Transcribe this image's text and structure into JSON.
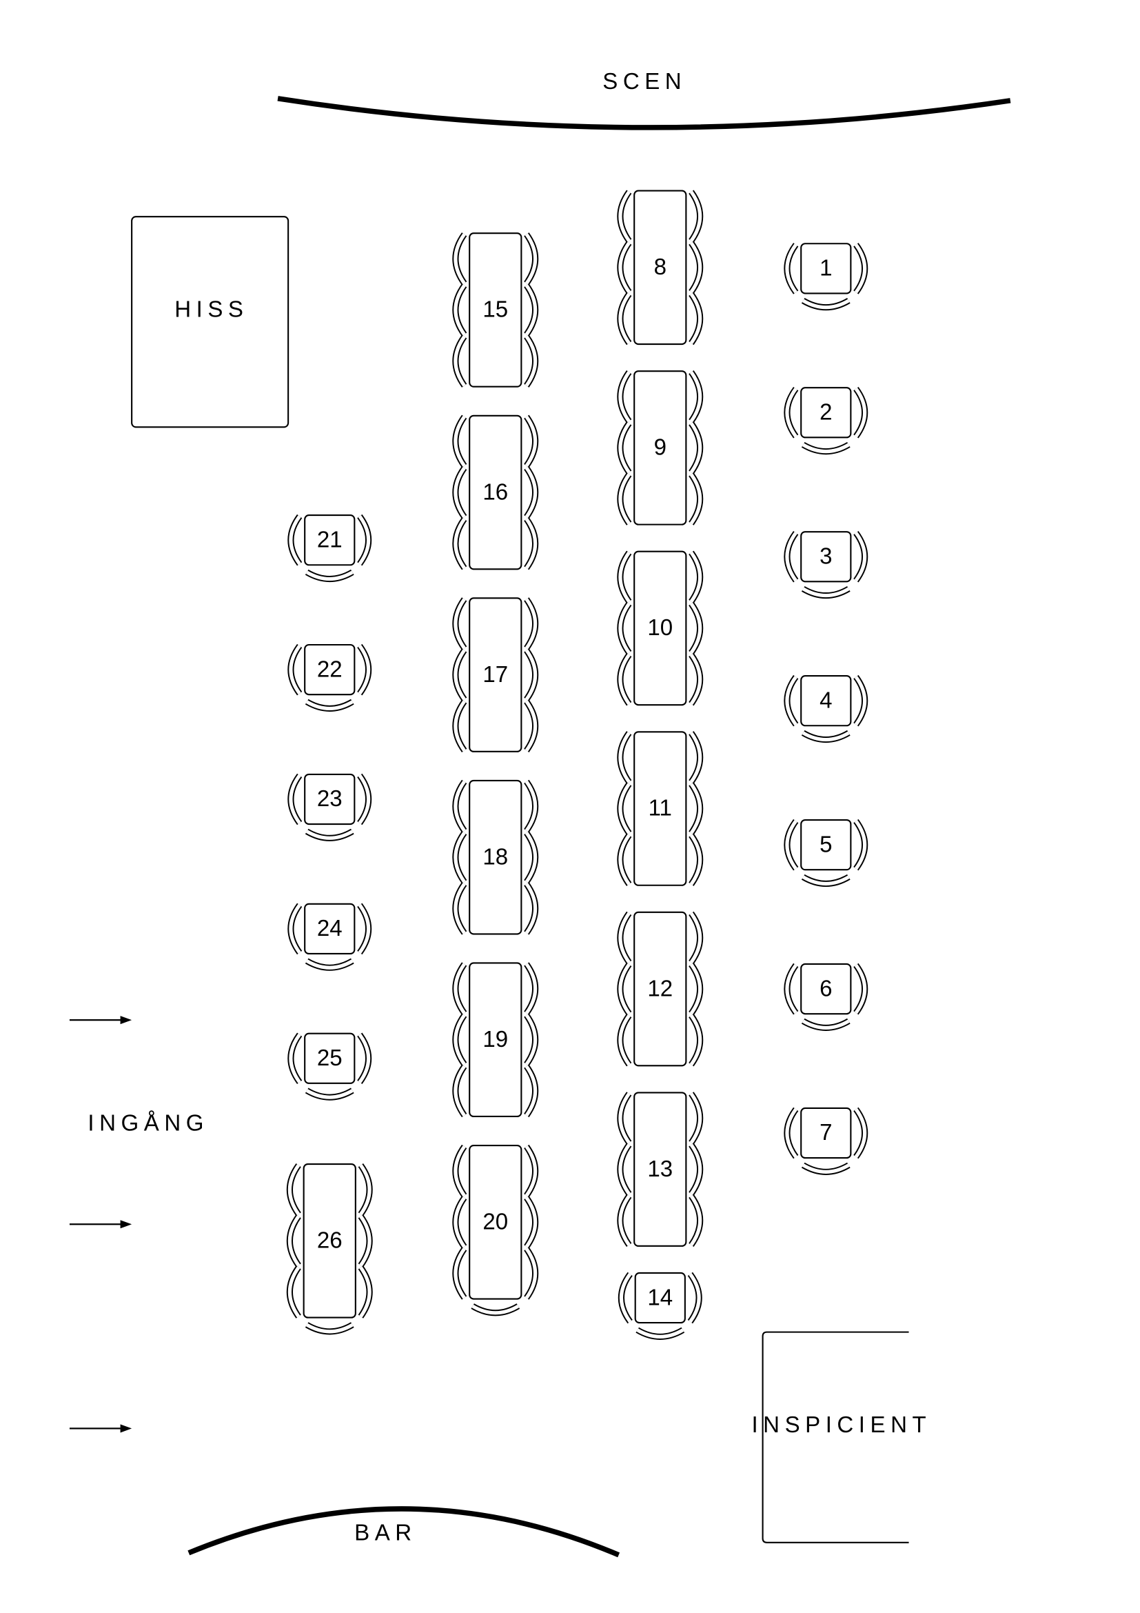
{
  "labels": {
    "stage": "SCEN",
    "elevator": "HISS",
    "entrance": "INGÅNG",
    "bar": "BAR",
    "stage_manager": "INSPICIENT"
  },
  "tables": [
    {
      "number": "1",
      "type": "single"
    },
    {
      "number": "2",
      "type": "single"
    },
    {
      "number": "3",
      "type": "single"
    },
    {
      "number": "4",
      "type": "single"
    },
    {
      "number": "5",
      "type": "single"
    },
    {
      "number": "6",
      "type": "single"
    },
    {
      "number": "7",
      "type": "single"
    },
    {
      "number": "8",
      "type": "long"
    },
    {
      "number": "9",
      "type": "long"
    },
    {
      "number": "10",
      "type": "long"
    },
    {
      "number": "11",
      "type": "long"
    },
    {
      "number": "12",
      "type": "long"
    },
    {
      "number": "13",
      "type": "long"
    },
    {
      "number": "14",
      "type": "single"
    },
    {
      "number": "15",
      "type": "long"
    },
    {
      "number": "16",
      "type": "long"
    },
    {
      "number": "17",
      "type": "long"
    },
    {
      "number": "18",
      "type": "long"
    },
    {
      "number": "19",
      "type": "long"
    },
    {
      "number": "20",
      "type": "long-end"
    },
    {
      "number": "21",
      "type": "single"
    },
    {
      "number": "22",
      "type": "single"
    },
    {
      "number": "23",
      "type": "single"
    },
    {
      "number": "24",
      "type": "single"
    },
    {
      "number": "25",
      "type": "single"
    },
    {
      "number": "26",
      "type": "long-end"
    }
  ]
}
